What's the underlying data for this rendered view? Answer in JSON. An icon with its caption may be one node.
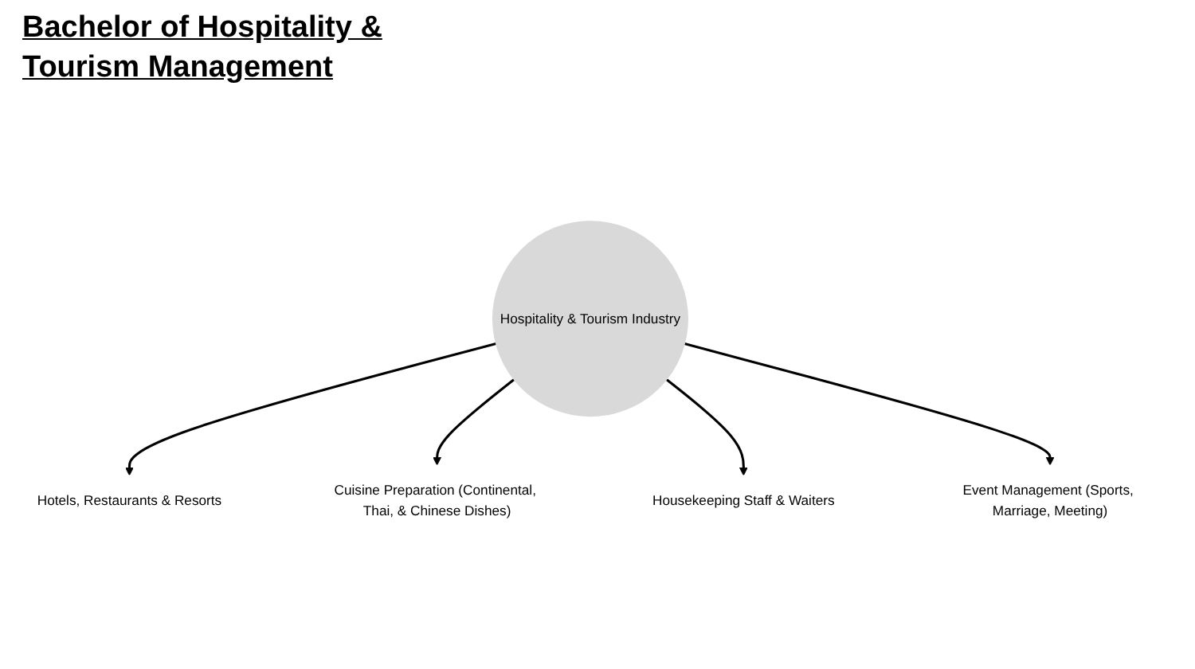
{
  "diagram": {
    "title": "Bachelor of Hospitality & Tourism Management",
    "nodes": [
      {
        "text": [
          "Hotels, Restaurants & Resorts"
        ]
      },
      {
        "text": [
          "Cuisine Preparation (Continental, Thai, & Chinese Dishes)"
        ]
      },
      {
        "text": [
          "Hospitality & Tourism Industry"
        ]
      },
      {
        "text": [
          "Housekeeping Staff & Waiters"
        ]
      },
      {
        "text": [
          "Event Management (Sports, Marriage, Meeting)"
        ]
      }
    ],
    "edges": [
      {
        "from": 2,
        "to": 0,
        "arrow": "to"
      },
      {
        "from": 2,
        "to": 1,
        "arrow": "to"
      },
      {
        "from": 2,
        "to": 3,
        "arrow": "to"
      },
      {
        "from": 2,
        "to": 4,
        "arrow": "to"
      }
    ]
  }
}
